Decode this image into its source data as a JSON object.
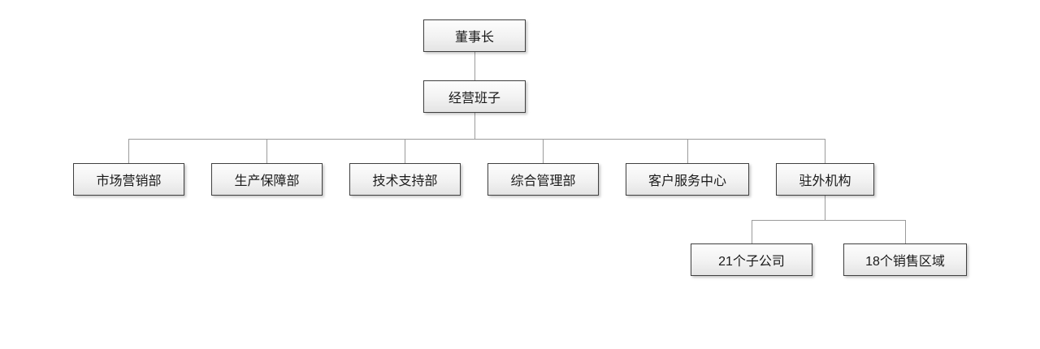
{
  "org_chart": {
    "root": {
      "label": "董事长"
    },
    "management": {
      "label": "经营班子"
    },
    "departments": [
      {
        "label": "市场营销部"
      },
      {
        "label": "生产保障部"
      },
      {
        "label": "技术支持部"
      },
      {
        "label": "综合管理部"
      },
      {
        "label": "客户服务中心"
      },
      {
        "label": "驻外机构"
      }
    ],
    "field_office_children": [
      {
        "label": "21个子公司"
      },
      {
        "label": "18个销售区域"
      }
    ],
    "hierarchy": {
      "董事长": [
        "经营班子"
      ],
      "经营班子": [
        "市场营销部",
        "生产保障部",
        "技术支持部",
        "综合管理部",
        "客户服务中心",
        "驻外机构"
      ],
      "驻外机构": [
        "21个子公司",
        "18个销售区域"
      ]
    },
    "colors": {
      "background": "#ffffff",
      "box_border": "#404040",
      "box_fill_top": "#fdfdfd",
      "box_fill_bottom": "#e4e4e4",
      "connector_line": "#9b9b9b",
      "text": "#1a1a1a"
    }
  }
}
